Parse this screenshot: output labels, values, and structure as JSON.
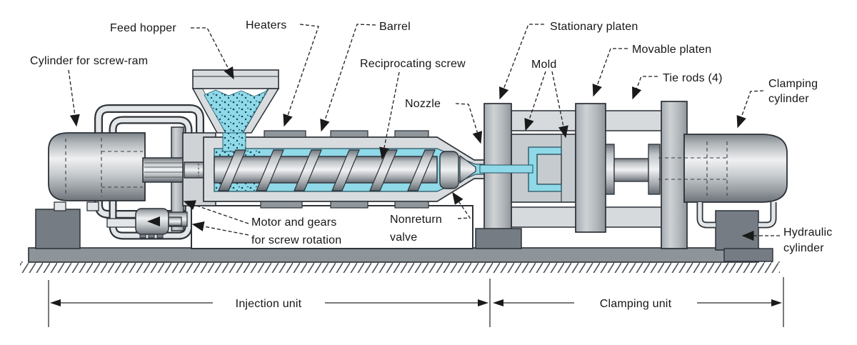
{
  "diagram": {
    "type": "labeled-technical-diagram",
    "subject": "Injection molding machine cross-section",
    "labels": {
      "cylinder_screw_ram": "Cylinder for screw-ram",
      "feed_hopper": "Feed hopper",
      "heaters": "Heaters",
      "barrel": "Barrel",
      "reciprocating_screw": "Reciprocating screw",
      "nozzle": "Nozzle",
      "stationary_platen": "Stationary platen",
      "mold": "Mold",
      "movable_platen": "Movable platen",
      "tie_rods": "Tie rods (4)",
      "clamping_cylinder_line1": "Clamping",
      "clamping_cylinder_line2": "cylinder",
      "motor_gears_line1": "Motor and gears",
      "motor_gears_line2": "for screw rotation",
      "nonreturn_valve_line1": "Nonreturn",
      "nonreturn_valve_line2": "valve",
      "hydraulic_cylinder_line1": "Hydraulic",
      "hydraulic_cylinder_line2": "cylinder"
    },
    "sections": {
      "injection_unit": "Injection unit",
      "clamping_unit": "Clamping unit"
    },
    "colors": {
      "melt_cyan": "#8fd9e8",
      "granule_dot": "#15455e",
      "machine_light": "#d9dcde",
      "machine_mid": "#bdc2c7",
      "machine_dark": "#757c83",
      "base_gray": "#8d949a",
      "outline": "#2b3036",
      "label_text": "#161616"
    }
  }
}
